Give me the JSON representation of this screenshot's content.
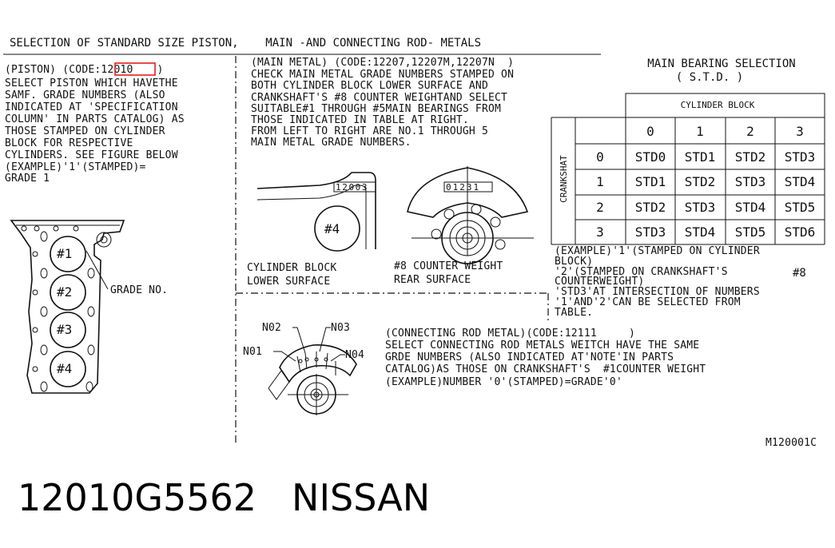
{
  "header": {
    "title": "SELECTION OF STANDARD SIZE PISTON,    MAIN -AND CONNECTING ROD- METALS"
  },
  "piston": {
    "code_prefix": "(PISTON) (CODE:",
    "code": "12010",
    "code_suffix": ")",
    "lines": [
      "SELECT PISTON WHICH HAVETHE",
      "SAMF. GRADE NUMBERS (ALSO",
      "INDICATED AT 'SPECIFICATION",
      "COLUMN' IN PARTS CATALOG) AS",
      "THOSE STAMPED ON CYLINDER",
      "BLOCK FOR RESPECTIVE",
      "CYLINDERS. SEE FIGURE BELOW",
      "(EXAMPLE)'1'(STAMPED)=",
      "GRADE 1"
    ],
    "bores": [
      "#1",
      "#2",
      "#3",
      "#4"
    ],
    "grade_label": "GRADE NO."
  },
  "main_metal": {
    "lines": [
      "(MAIN METAL) (CODE:12207,12207M,12207N  )",
      "CHECK MAIN METAL GRADE NUMBERS STAMPED ON",
      "BOTH CYLINDER BLOCK LOWER SURFACE AND",
      "CRANKSHAFT'S #8 COUNTER WEIGHTAND SELECT",
      "SUITABLE#1 THROUGH #5MAIN BEARINGS FROM",
      "THOSE INDICATED IN TABLE AT RIGHT.",
      "FROM LEFT TO RIGHT ARE NO.1 THROUGH 5",
      "MAIN METAL GRADE NUMBERS."
    ],
    "block_stamp": "12003",
    "crank_stamp": "01231",
    "block_hole": "#4",
    "block_caption": [
      "CYLINDER BLOCK",
      "LOWER SURFACE"
    ],
    "crank_caption": [
      "#8 COUNTER WEIGHT",
      "REAR SURFACE"
    ]
  },
  "bearing_table": {
    "title": [
      "MAIN BEARING SELECTION",
      "( S.T.D. )"
    ],
    "col_header": "CYLINDER BLOCK",
    "row_header": "CRANKSHAT",
    "cols": [
      "0",
      "1",
      "2",
      "3"
    ],
    "rows": [
      {
        "key": "0",
        "cells": [
          "STD0",
          "STD1",
          "STD2",
          "STD3"
        ]
      },
      {
        "key": "1",
        "cells": [
          "STD1",
          "STD2",
          "STD3",
          "STD4"
        ]
      },
      {
        "key": "2",
        "cells": [
          "STD2",
          "STD3",
          "STD4",
          "STD5"
        ]
      },
      {
        "key": "3",
        "cells": [
          "STD3",
          "STD4",
          "STD5",
          "STD6"
        ]
      }
    ],
    "example_lines": [
      "(EXAMPLE)'1'(STAMPED ON CYLINDER",
      "BLOCK)",
      "'2'(STAMPED ON CRANKSHAFT'S",
      "COUNTERWEIGHT)",
      "'STD3'AT INTERSECTION OF NUMBERS",
      "'1'AND'2'CAN BE SELECTED FROM",
      "TABLE."
    ],
    "example_mark": "#8"
  },
  "rod": {
    "labels": [
      "N02",
      "N03",
      "N01",
      "N04"
    ],
    "lines": [
      "(CONNECTING ROD METAL)(CODE:12111     )",
      "SELECT CONNECTING ROD METALS WEITCH HAVE THE SAME",
      "GRDE NUMBERS (ALSO INDICATED AT'NOTE'IN PARTS",
      "CATALOG)AS THOSE ON CRANKSHAFT'S  #1COUNTER WEIGHT",
      "(EXAMPLE)NUMBER '0'(STAMPED)=GRADE'0'"
    ]
  },
  "drawing_id": "M120001C",
  "footer": {
    "part_number": "12010G5562",
    "brand": "NISSAN"
  },
  "colors": {
    "highlight": "#e0201c",
    "ink": "#111111"
  }
}
